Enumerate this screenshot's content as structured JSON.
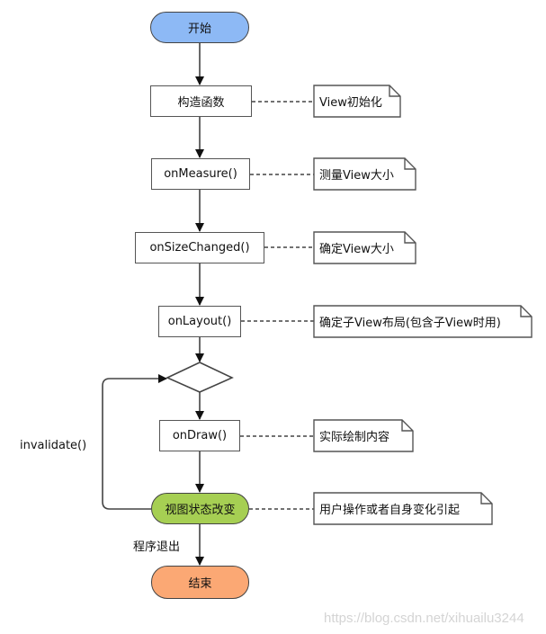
{
  "diagram": {
    "title": "Android View lifecycle flowchart",
    "nodes": {
      "start": "开始",
      "constructor": "构造函数",
      "on_measure": "onMeasure()",
      "on_size_changed": "onSizeChanged()",
      "on_layout": "onLayout()",
      "decision": "",
      "on_draw": "onDraw()",
      "state_change": "视图状态改变",
      "end": "结束"
    },
    "notes": {
      "constructor": "View初始化",
      "on_measure": "测量View大小",
      "on_size_changed": "确定View大小",
      "on_layout": "确定子View布局(包含子View时用)",
      "on_draw": "实际绘制内容",
      "state_change": "用户操作或者自身变化引起"
    },
    "edge_labels": {
      "loop": "invalidate()",
      "exit": "程序退出"
    },
    "colors": {
      "start": "#8db9f5",
      "state_change": "#a6cf53",
      "end": "#fba874",
      "stroke": "#444444"
    }
  },
  "watermark": "https://blog.csdn.net/xihuailu3244"
}
